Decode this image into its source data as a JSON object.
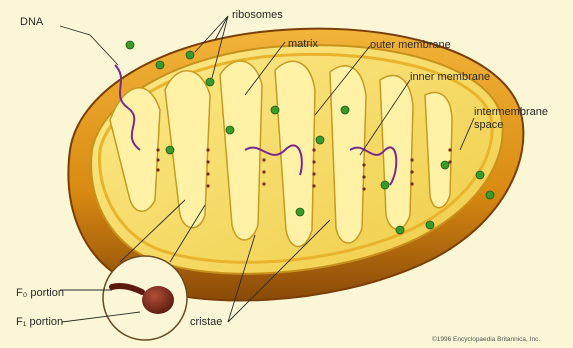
{
  "labels": {
    "dna": "DNA",
    "ribosomes": "ribosomes",
    "matrix": "matrix",
    "outer_membrane": "outer membrane",
    "inner_membrane": "inner membrane",
    "intermembrane_space": "intermembrane\nspace",
    "f0_portion": "F₀ portion",
    "f1_portion": "F₁ portion",
    "cristae": "cristae"
  },
  "copyright": "©1996 Encyclopaedia Britannica, Inc.",
  "colors": {
    "background": "#fbf7d6",
    "outer_shell": "#d98a12",
    "outer_shell_dark": "#8a4a08",
    "inner_wall": "#f0c83a",
    "matrix": "#f6e27c",
    "cristae_face": "#fff2a6",
    "dna": "#7a2a8c",
    "ribosome": "#3a9a2a",
    "atp_synthase": "#7a2a1c"
  }
}
